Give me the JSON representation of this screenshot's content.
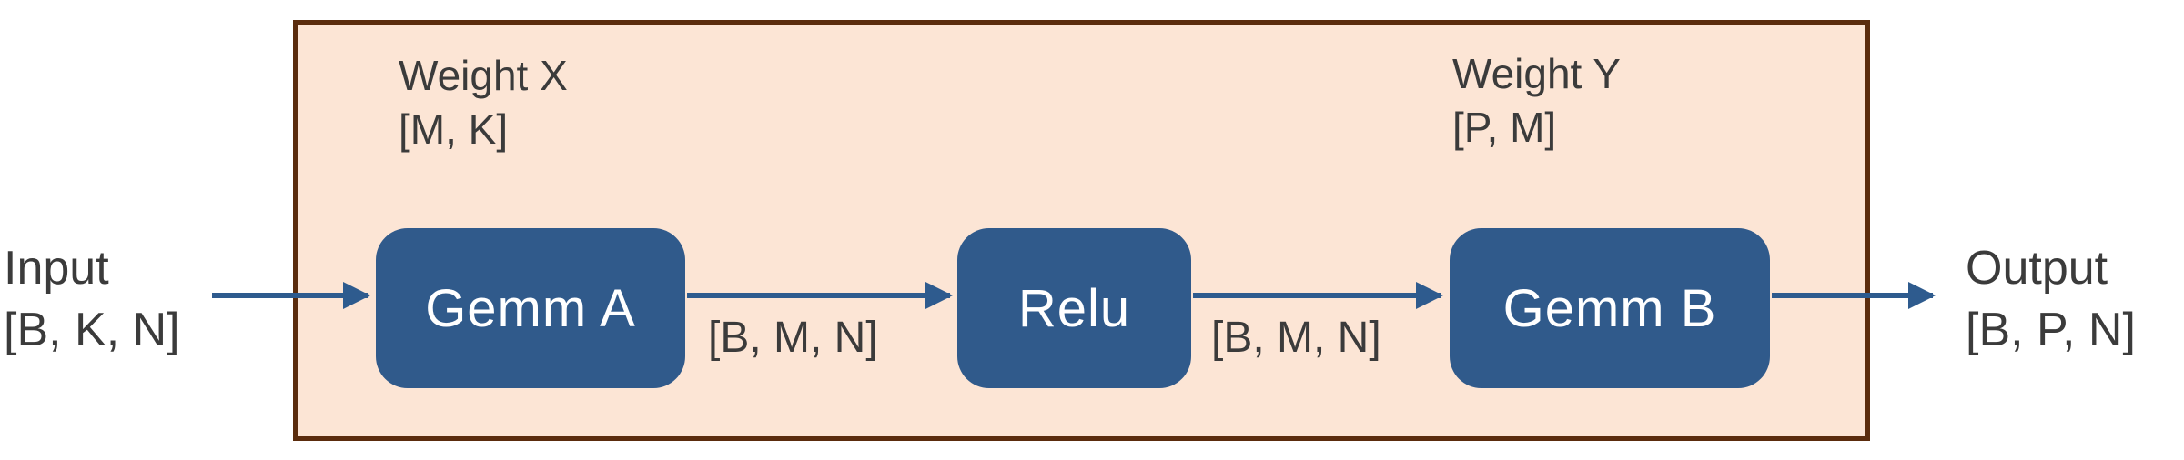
{
  "colors": {
    "canvas_bg": "#ffffff",
    "container_fill": "#fce5d5",
    "container_border": "#5b2c0d",
    "node_fill": "#305a8b",
    "node_text": "#ffffff",
    "arrow": "#2e5b8e",
    "label_text": "#3b3b3b"
  },
  "diagram": {
    "input": {
      "name": "Input",
      "shape": "[B, K, N]"
    },
    "output": {
      "name": "Output",
      "shape": "[B, P, N]"
    },
    "weight_x": {
      "name": "Weight X",
      "shape": "[M, K]"
    },
    "weight_y": {
      "name": "Weight Y",
      "shape": "[P, M]"
    },
    "nodes": [
      {
        "id": "gemm_a",
        "label": "Gemm A"
      },
      {
        "id": "relu",
        "label": "Relu"
      },
      {
        "id": "gemm_b",
        "label": "Gemm B"
      }
    ],
    "edge_labels": [
      {
        "shape": "[B, M, N]"
      },
      {
        "shape": "[B, M, N]"
      }
    ]
  }
}
